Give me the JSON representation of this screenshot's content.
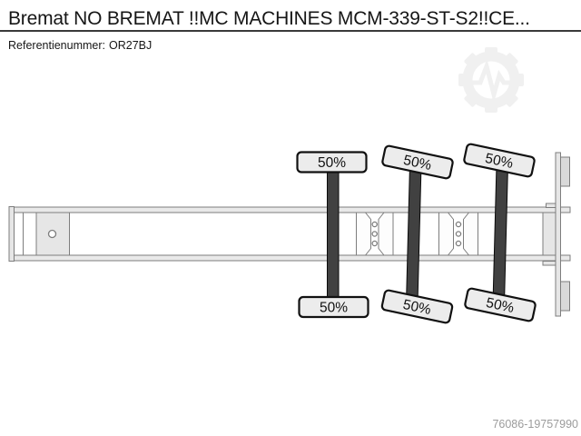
{
  "header": {
    "title": "Bremat NO BREMAT !!MC MACHINES MCM-339-ST-S2!!CE...",
    "reference_label": "Referentienummer:",
    "reference_value": "OR27BJ"
  },
  "diagram": {
    "type": "trailer-chassis-top-view",
    "description": "Top view of a 3-axle trailer chassis with axle load distribution labels",
    "axles": [
      {
        "position": "front",
        "steered": false,
        "top_load": "50%",
        "bottom_load": "50%"
      },
      {
        "position": "middle",
        "steered": true,
        "top_load": "50%",
        "bottom_load": "50%"
      },
      {
        "position": "rear",
        "steered": true,
        "top_load": "50%",
        "bottom_load": "50%"
      }
    ]
  },
  "watermark": {
    "icon": "gear-heartbeat-logo-icon"
  },
  "footer": {
    "listing_id": "76086-19757990"
  },
  "colors": {
    "text": "#161616",
    "divider": "#3a3a3a",
    "muted": "#9c9c9c",
    "outline": "#7d7d7d",
    "rail-fill": "#e9e9e9",
    "part-fill": "#e6e6e6",
    "bracket-fill": "#d9d9d9",
    "axle-fill": "#414141",
    "axle-stroke": "#0a0a0a",
    "wheel-fill": "#ececec",
    "wheel-stroke": "#111111",
    "watermark": "#f0f0f0"
  }
}
